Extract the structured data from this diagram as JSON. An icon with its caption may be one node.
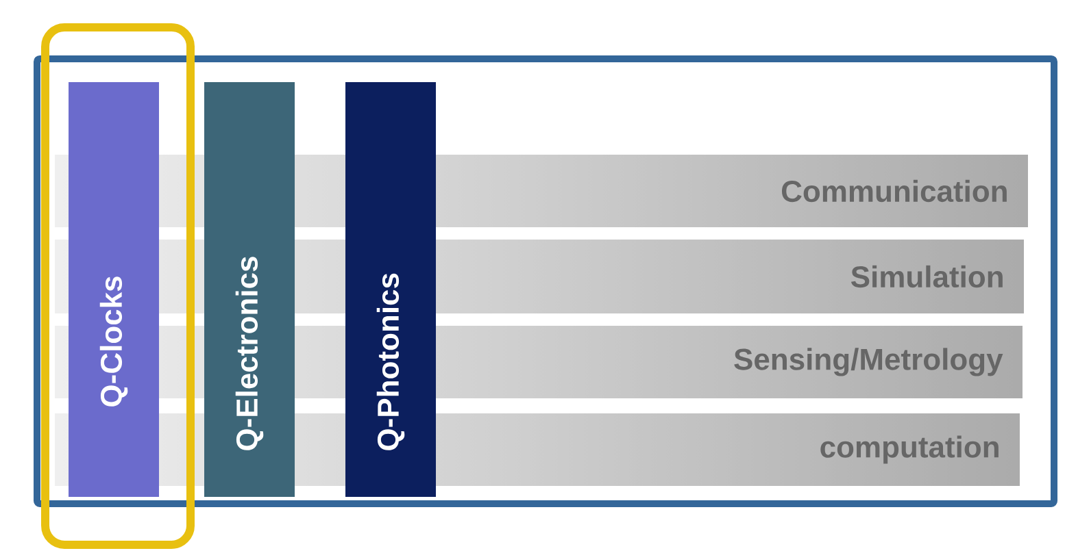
{
  "diagram": {
    "nodes": [
      {
        "text": [],
        "shape": "box"
      },
      {
        "text": [],
        "shape": "box"
      },
      {
        "text": [
          "Q-Clocks"
        ],
        "in": 1
      },
      {
        "text": [
          "Q-Electronics"
        ],
        "in": 0
      },
      {
        "text": [
          "Q-Photonics"
        ],
        "in": 0
      },
      {
        "text": [
          "Communication"
        ],
        "in": 0
      },
      {
        "text": [
          "Simulation"
        ],
        "in": 0
      },
      {
        "text": [
          "Sensing/Metrology"
        ],
        "in": 0
      },
      {
        "text": [
          "computation"
        ],
        "in": 0
      }
    ],
    "edges": []
  }
}
